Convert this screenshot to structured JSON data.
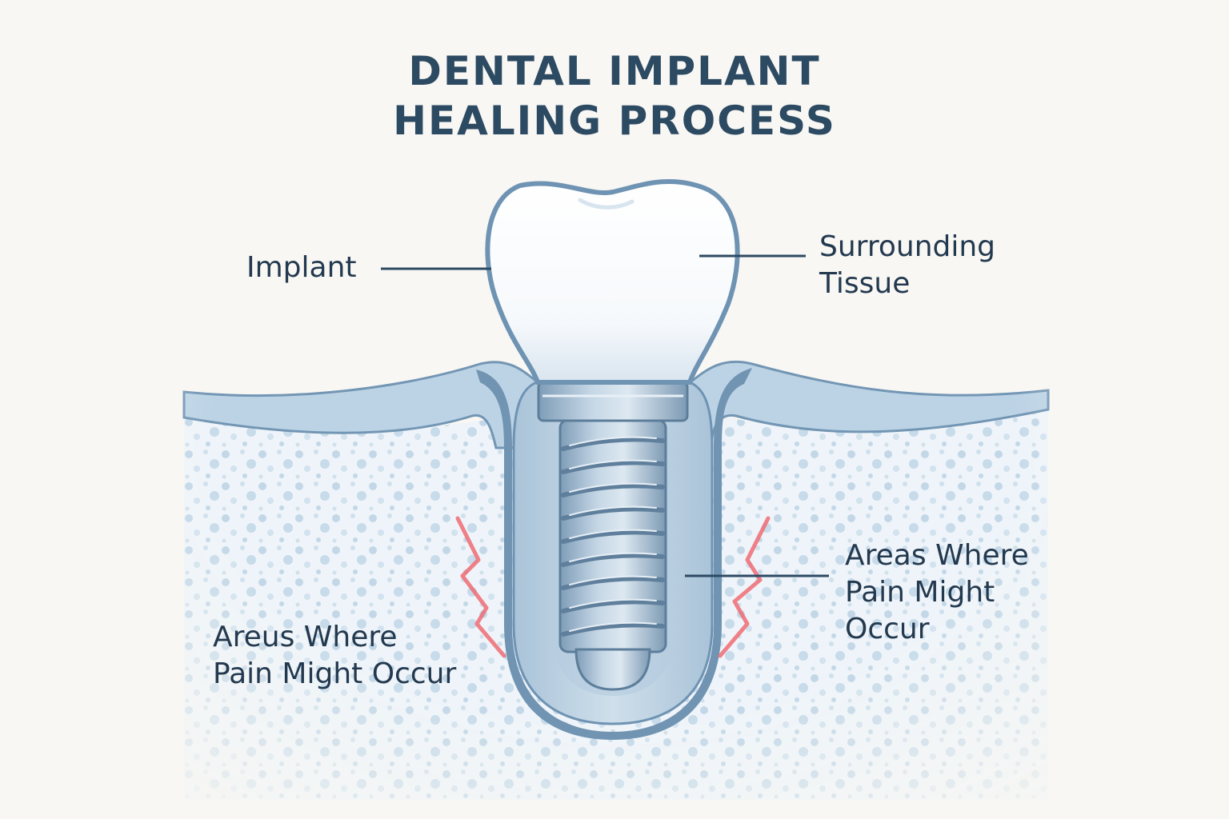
{
  "title": {
    "line1": "DENTAL IMPLANT",
    "line2": "HEALING PROCESS"
  },
  "labels": {
    "implant": "Implant",
    "surrounding_tissue": [
      "Surrounding",
      "Tissue"
    ],
    "pain_right": [
      "Areas Where",
      "Pain Might",
      "Occur"
    ],
    "pain_left": [
      "Areus Where",
      "Pain Might Occur"
    ]
  },
  "colors": {
    "background": "#f8f7f3",
    "text": "#23394f",
    "title": "#2d4a63",
    "gum": "#b9d0e2",
    "gum_outline": "#6f93b3",
    "bone_dots": "#c9dcea",
    "implant_metal": "#9db8cf",
    "crown": "#ffffff",
    "pain": "#f0707a"
  }
}
